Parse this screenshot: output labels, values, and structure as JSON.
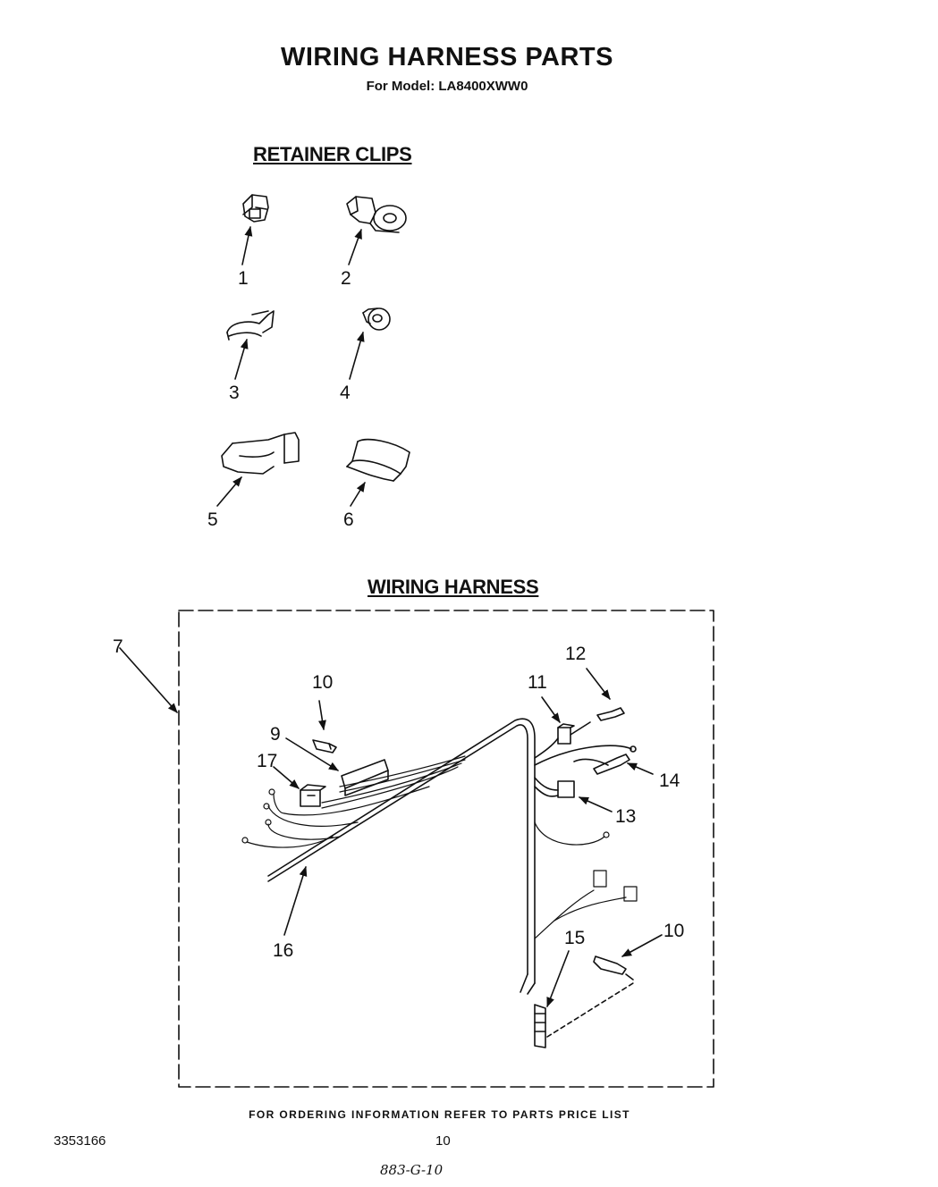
{
  "title": "WIRING HARNESS PARTS",
  "subtitle": "For Model: LA8400XWW0",
  "sections": {
    "retainer_clips": "RETAINER CLIPS",
    "wiring_harness": "WIRING HARNESS"
  },
  "clip_callouts": [
    "1",
    "2",
    "3",
    "4",
    "5",
    "6"
  ],
  "harness_callouts": {
    "c7": "7",
    "c9": "9",
    "c10a": "10",
    "c10b": "10",
    "c11": "11",
    "c12": "12",
    "c13": "13",
    "c14": "14",
    "c15": "15",
    "c16": "16",
    "c17": "17"
  },
  "footer": {
    "ordering_note": "FOR ORDERING INFORMATION REFER TO PARTS PRICE LIST",
    "doc_number": "3353166",
    "page_number": "10",
    "handwritten": "883-G-10"
  }
}
